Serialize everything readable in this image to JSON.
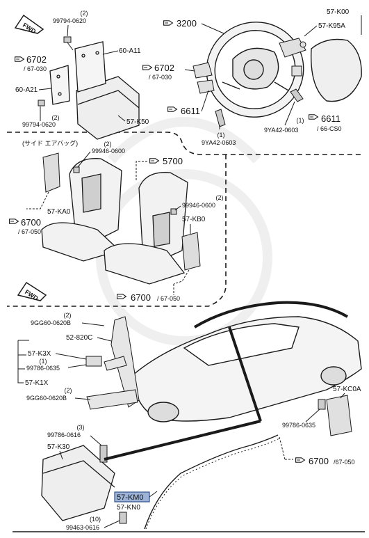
{
  "colors": {
    "line": "#1a1a1a",
    "fill": "#e6e6e6",
    "highlight_fill": "#9db4d8",
    "highlight_stroke": "#30508a",
    "watermark": "#e3e3e3"
  },
  "fwd_top": "FWD",
  "fwd_mid": "FWD",
  "side_airbag_heading": "(サイド エアバッグ)",
  "parts": {
    "p99794_top": {
      "qty": "(2)",
      "code": "99794-0620"
    },
    "p6702_left": {
      "ref": "6702",
      "sub": "/ 67-030"
    },
    "p60A11": "60-A11",
    "p60A21": "60-A21",
    "p99794_bot": {
      "qty": "(2)",
      "code": "99794-0620"
    },
    "p57K50": "57-K50",
    "p3200": "3200",
    "p57K00": "57-K00",
    "p57K95A": "57-K95A",
    "p6702_mid": {
      "ref": "6702",
      "sub": "/ 67-030"
    },
    "p6611_left": "6611",
    "p9YA42_left": {
      "qty": "(1)",
      "code": "9YA42-0603"
    },
    "p9YA42_right": {
      "qty": "(1)",
      "code": "9YA42-0603"
    },
    "p6611_right": {
      "ref": "6611",
      "sub": "/ 66-CS0"
    },
    "p99946_top": {
      "qty": "(2)",
      "code": "99946-0600"
    },
    "p5700": "5700",
    "p57KA0": "57-KA0",
    "p6700_left": {
      "ref": "6700",
      "sub": "/ 67-050"
    },
    "p99946_mid": {
      "qty": "(2)",
      "code": "99946-0600"
    },
    "p57KB0": "57-KB0",
    "p6700_mid": {
      "ref": "6700",
      "sub": "/ 67-050"
    },
    "p9GG60_top": {
      "qty": "(2)",
      "code": "9GG60-0620B"
    },
    "p52820C": "52-820C",
    "p57K3X": "57-K3X",
    "p99786_left": {
      "qty": "(1)",
      "code": "99786-0635"
    },
    "p57K1X": "57-K1X",
    "p9GG60_bot": {
      "qty": "(2)",
      "code": "9GG60-0620B"
    },
    "p57KC0A": "57-KC0A",
    "p99786_right": {
      "code": "99786-0635"
    },
    "p99786_bl": {
      "qty": "(3)",
      "code": "99786-0616"
    },
    "p57K30": "57-K30",
    "p6700_bot": {
      "ref": "6700",
      "sub": "/67-050"
    },
    "p57KM0": "57-KM0",
    "p57KN0": "57-KN0",
    "p99463": {
      "qty": "(10)",
      "code": "99463-0616"
    }
  }
}
